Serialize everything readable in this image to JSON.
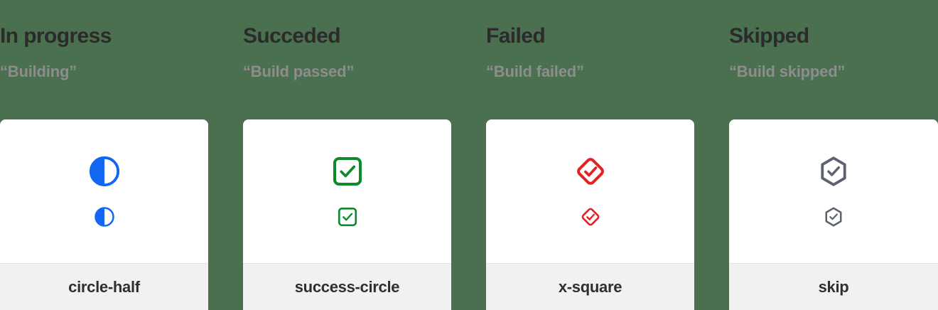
{
  "page": {
    "background_color": "#4a7050",
    "card_background": "#ffffff",
    "footer_background": "#f1f1f1"
  },
  "columns": [
    {
      "title": "In progress",
      "phrase": "“Building”",
      "icon_name": "circle-half",
      "icon_id": "circle-half-icon",
      "icon_color": "#1266f1"
    },
    {
      "title": "Succeded",
      "phrase": "“Build passed”",
      "icon_name": "success-circle",
      "icon_id": "success-circle-icon",
      "icon_color": "#0d8a2c"
    },
    {
      "title": "Failed",
      "phrase": "“Build failed”",
      "icon_name": "x-square",
      "icon_id": "x-square-icon",
      "icon_color": "#e32222"
    },
    {
      "title": "Skipped",
      "phrase": "“Build skipped”",
      "icon_name": "skip",
      "icon_id": "skip-icon",
      "icon_color": "#5c6270"
    }
  ]
}
